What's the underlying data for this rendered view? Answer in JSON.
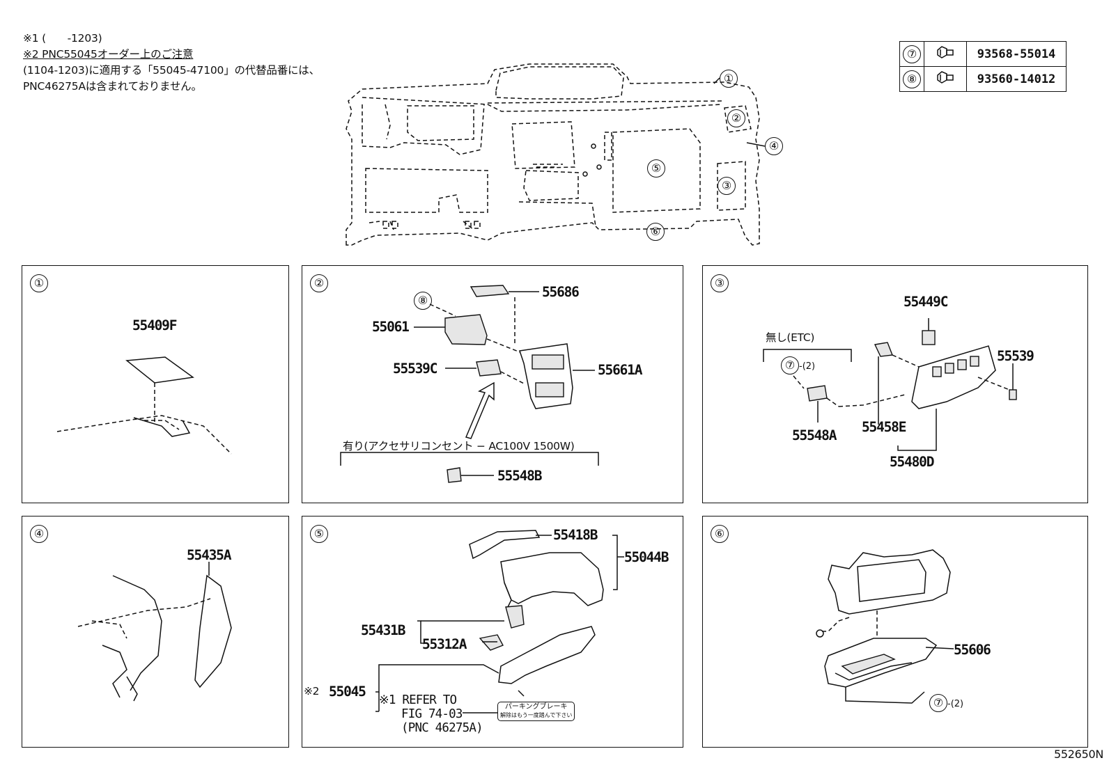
{
  "notes": {
    "line1": "※1 (　　-1203)",
    "line2": "※2 PNC55045オーダー上のご注意",
    "line3": "(1104-1203)に適用する「55045-47100」の代替品番には、",
    "line4": "PNC46275Aは含まれておりません。"
  },
  "ref_table": [
    {
      "num": "⑦",
      "icon": "bolt-icon",
      "part": "93568-55014"
    },
    {
      "num": "⑧",
      "icon": "bolt-icon",
      "part": "93560-14012"
    }
  ],
  "overview": {
    "callouts": [
      "①",
      "②",
      "④",
      "⑤",
      "③",
      "⑥"
    ]
  },
  "panels": [
    {
      "num": "①",
      "parts": [
        "55409F"
      ]
    },
    {
      "num": "②",
      "parts": [
        "55686",
        "55061",
        "55539C",
        "55661A",
        "55548B"
      ],
      "circle_ref": "⑧",
      "note": "有り(アクセサリコンセント − AC100V 1500W)"
    },
    {
      "num": "③",
      "parts": [
        "55449C",
        "55539",
        "55548A",
        "55458E",
        "55480D"
      ],
      "circle_ref": "⑦",
      "circle_suffix": "-(2)",
      "note": "無し(ETC)"
    },
    {
      "num": "④",
      "parts": [
        "55435A"
      ]
    },
    {
      "num": "⑤",
      "parts": [
        "55418B",
        "55044B",
        "55431B",
        "55312A",
        "55045"
      ],
      "prefix": "※2",
      "refer": {
        "line1": "※1 REFER TO",
        "line2": "FIG 74-03",
        "line3": "(PNC 46275A)"
      },
      "sticker": {
        "line1": "パーキングブレーキ",
        "line2": "解除はもう一度踏んで下さい"
      }
    },
    {
      "num": "⑥",
      "parts": [
        "55606"
      ],
      "circle_ref": "⑦",
      "circle_suffix": "-(2)"
    }
  ],
  "drawing_code": "552650N"
}
